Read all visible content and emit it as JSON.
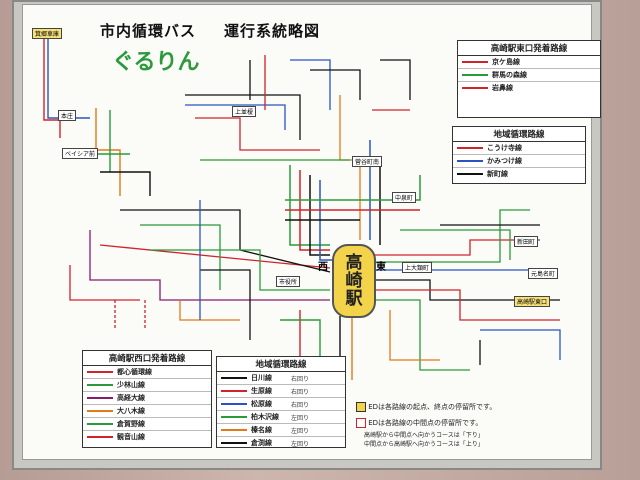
{
  "map": {
    "title_left": "市内循環バス",
    "title_right": "運行系統略図",
    "logo": "ぐるりん",
    "station": {
      "line1": "高",
      "line2": "崎",
      "line3": "駅",
      "west": "西",
      "east": "東"
    }
  },
  "east_routes": {
    "header": "高崎駅東口発着路線",
    "rows": [
      {
        "name": "京ケ島線",
        "color": "#d0232a"
      },
      {
        "name": "群馬の森線",
        "color": "#2a9a3a"
      },
      {
        "name": "岩鼻線",
        "color": "#d0232a"
      }
    ]
  },
  "area_routes_east": {
    "header": "地域循環路線",
    "rows": [
      {
        "name": "こうけ寺線",
        "color": "#d0232a"
      },
      {
        "name": "かみつけ線",
        "color": "#2a55c0"
      },
      {
        "name": "新町線",
        "color": "#111111"
      }
    ]
  },
  "west_routes": {
    "header": "高崎駅西口発着路線",
    "rows": [
      {
        "name": "都心循環線",
        "color": "#d0232a"
      },
      {
        "name": "少林山線",
        "color": "#2a9a3a"
      },
      {
        "name": "高経大線",
        "color": "#8a1a6a"
      },
      {
        "name": "大八木線",
        "color": "#e07a1a"
      },
      {
        "name": "倉賀野線",
        "color": "#2a9a3a"
      },
      {
        "name": "観音山線",
        "color": "#d0232a"
      }
    ]
  },
  "area_routes_west": {
    "header": "地域循環路線",
    "rows": [
      {
        "name": "日川線",
        "color": "#111111",
        "dir": "右回り"
      },
      {
        "name": "生原線",
        "color": "#d0232a",
        "dir": "右回り"
      },
      {
        "name": "松原線",
        "color": "#2a55c0",
        "dir": "右回り"
      },
      {
        "name": "柏木沢線",
        "color": "#2a9a3a",
        "dir": "左回り"
      },
      {
        "name": "榛名線",
        "color": "#e07a1a",
        "dir": "左回り"
      },
      {
        "name": "倉渕線",
        "color": "#111111",
        "dir": "左回り"
      }
    ]
  },
  "notes": {
    "note1": "EDは各路線の起点、終点の停留所です。",
    "note2": "EDは各路線の中間点の停留所です。",
    "note3": "高崎駅から中間点へ向かうコースは「下り」",
    "note4": "中間点から高崎駅へ向かうコースは「上り」"
  },
  "labels": {
    "top_left1": "箕郷車庫",
    "top_left2": "本庄",
    "west1": "ベイシア前",
    "east1": "菅谷町南",
    "east2": "中泉町",
    "east3": "新田町",
    "east4": "上大類町",
    "east5": "元島名町",
    "s1": "上並榎",
    "s2": "市役所",
    "s3": "高崎駅東口"
  },
  "colors": {
    "red": "#d0232a",
    "green": "#2a9a3a",
    "blue": "#2a55c0",
    "purple": "#8a1a6a",
    "orange": "#e07a1a",
    "black": "#111111",
    "station_yellow": "#f3d34a"
  }
}
